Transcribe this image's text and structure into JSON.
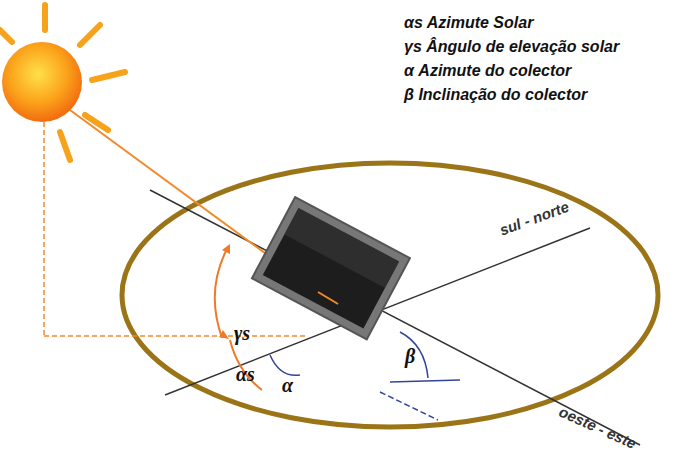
{
  "diagram": {
    "labels": [
      "αs Azimute Solar",
      "γs Ângulo de elevação solar",
      "α Azimute do colector",
      "β Inclinação do colector",
      "sul - norte",
      "oeste - este",
      "γs",
      "αs",
      "α",
      "β"
    ]
  }
}
